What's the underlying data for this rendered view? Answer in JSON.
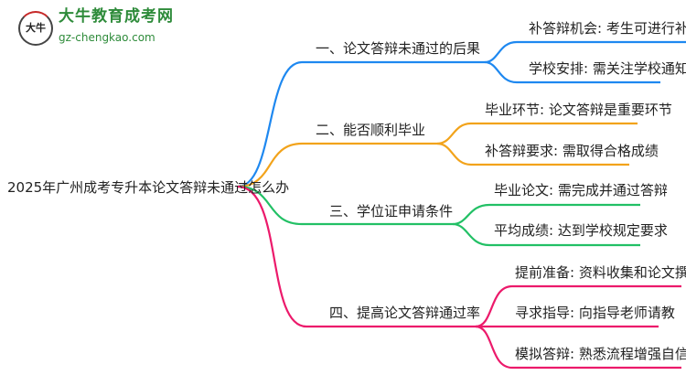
{
  "logo": {
    "name": "大牛教育成考网",
    "url": "gz-chengkao.com",
    "mark": "大牛"
  },
  "root": "2025年广州成考专升本论文答辩未通过怎么办",
  "colors": {
    "b1": "#1e88f0",
    "b2": "#f2a31b",
    "b3": "#22c065",
    "b4": "#ec1a6b"
  },
  "branches": [
    {
      "label": "一、论文答辩未通过的后果",
      "children": [
        "补答辩机会: 考生可进行补答辩",
        "学校安排: 需关注学校通知"
      ]
    },
    {
      "label": "二、能否顺利毕业",
      "children": [
        "毕业环节: 论文答辩是重要环节",
        "补答辩要求: 需取得合格成绩"
      ]
    },
    {
      "label": "三、学位证申请条件",
      "children": [
        "毕业论文: 需完成并通过答辩",
        "平均成绩: 达到学校规定要求"
      ]
    },
    {
      "label": "四、提高论文答辩通过率",
      "children": [
        "提前准备: 资料收集和论文撰写",
        "寻求指导: 向指导老师请教",
        "模拟答辩: 熟悉流程增强自信"
      ]
    }
  ]
}
